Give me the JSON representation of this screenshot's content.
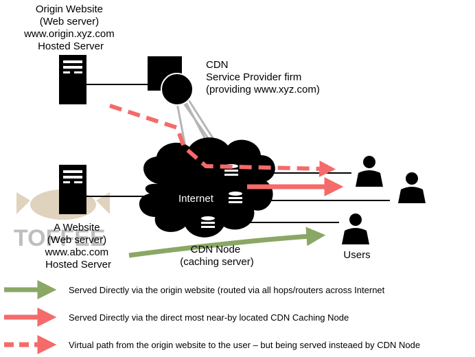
{
  "origin_label": [
    "Origin Website",
    "(Web server)",
    "www.origin.xyz.com",
    "Hosted Server"
  ],
  "cdn_label": [
    "CDN",
    "Service Provider firm",
    "(providing www.xyz.com)"
  ],
  "internet_label": "Internet",
  "awebsite_label": [
    "A Website",
    "(Web server)",
    "www.abc.com",
    "Hosted Server"
  ],
  "cdn_node_label": [
    "CDN Node",
    "(caching server)"
  ],
  "users_label": "Users",
  "watermark": "TOFFEE",
  "legend": [
    {
      "text": "Served Directly via the origin website (routed via all hops/routers across Internet",
      "style": "solid",
      "color": "#8aa766"
    },
    {
      "text": "Served Directly via the direct most near-by located CDN Caching Node",
      "style": "solid",
      "color": "#f56a6a"
    },
    {
      "text": "Virtual path from the origin website to the user – but being served insteaed by CDN Node",
      "style": "dashed",
      "color": "#f56a6a"
    }
  ],
  "colors": {
    "green_arrow": "#8aa766",
    "red_arrow": "#f56a6a",
    "grey_link": "#b5b5b5",
    "black": "#000000"
  }
}
